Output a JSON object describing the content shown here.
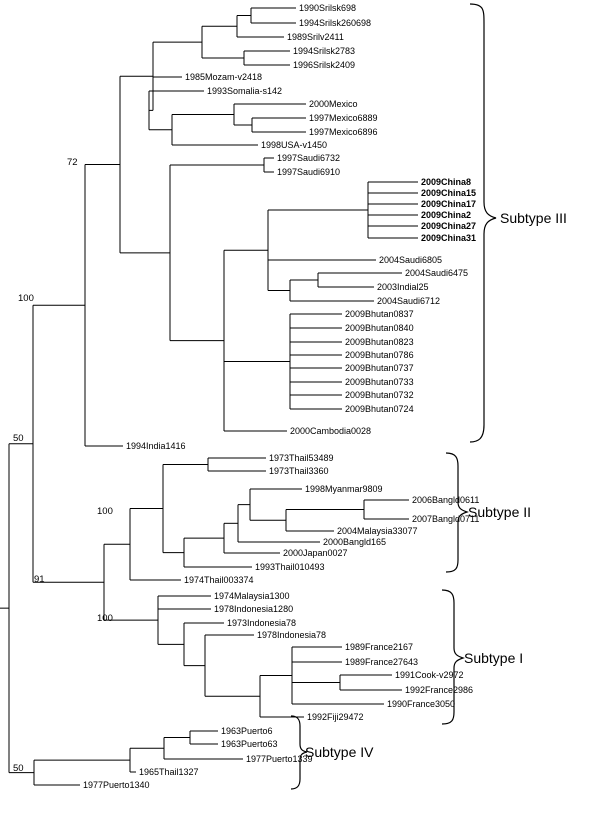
{
  "leaves": [
    {
      "label": "1990Srilsk698",
      "bold": false
    },
    {
      "label": "1994Srilsk260698",
      "bold": false
    },
    {
      "label": "1989Srilv2411",
      "bold": false
    },
    {
      "label": "1994Srilsk2783",
      "bold": false
    },
    {
      "label": "1996Srilsk2409",
      "bold": false
    },
    {
      "label": "1985Mozam-v2418",
      "bold": false
    },
    {
      "label": "1993Somalia-s142",
      "bold": false
    },
    {
      "label": "2000Mexico",
      "bold": false
    },
    {
      "label": "1997Mexico6889",
      "bold": false
    },
    {
      "label": "1997Mexico6896",
      "bold": false
    },
    {
      "label": "1998USA-v1450",
      "bold": false
    },
    {
      "label": "1997Saudi6732",
      "bold": false
    },
    {
      "label": "1997Saudi6910",
      "bold": false
    },
    {
      "label": "2009China8",
      "bold": true
    },
    {
      "label": "2009China15",
      "bold": true
    },
    {
      "label": "2009China17",
      "bold": true
    },
    {
      "label": "2009China2",
      "bold": true
    },
    {
      "label": "2009China27",
      "bold": true
    },
    {
      "label": "2009China31",
      "bold": true
    },
    {
      "label": "2004Saudi6805",
      "bold": false
    },
    {
      "label": "2004Saudi6475",
      "bold": false
    },
    {
      "label": "2003Indial25",
      "bold": false
    },
    {
      "label": "2004Saudi6712",
      "bold": false
    },
    {
      "label": "2009Bhutan0837",
      "bold": false
    },
    {
      "label": "2009Bhutan0840",
      "bold": false
    },
    {
      "label": "2009Bhutan0823",
      "bold": false
    },
    {
      "label": "2009Bhutan0786",
      "bold": false
    },
    {
      "label": "2009Bhutan0737",
      "bold": false
    },
    {
      "label": "2009Bhutan0733",
      "bold": false
    },
    {
      "label": "2009Bhutan0732",
      "bold": false
    },
    {
      "label": "2009Bhutan0724",
      "bold": false
    },
    {
      "label": "2000Cambodia0028",
      "bold": false
    },
    {
      "label": "1994India1416",
      "bold": false
    },
    {
      "label": "1973Thail53489",
      "bold": false
    },
    {
      "label": "1973Thail3360",
      "bold": false
    },
    {
      "label": "1998Myanmar9809",
      "bold": false
    },
    {
      "label": "2006Bangld0611",
      "bold": false
    },
    {
      "label": "2007Bangld0711",
      "bold": false
    },
    {
      "label": "2004Malaysia33077",
      "bold": false
    },
    {
      "label": "2000Bangld165",
      "bold": false
    },
    {
      "label": "2000Japan0027",
      "bold": false
    },
    {
      "label": "1993Thail010493",
      "bold": false
    },
    {
      "label": "1974Thail003374",
      "bold": false
    },
    {
      "label": "1974Malaysia1300",
      "bold": false
    },
    {
      "label": "1978Indonesia1280",
      "bold": false
    },
    {
      "label": "1973Indonesia78",
      "bold": false
    },
    {
      "label": "1978Indonesia78",
      "bold": false
    },
    {
      "label": "1989France2167",
      "bold": false
    },
    {
      "label": "1989France27643",
      "bold": false
    },
    {
      "label": "1991Cook-v2972",
      "bold": false
    },
    {
      "label": "1992France2986",
      "bold": false
    },
    {
      "label": "1990France3050",
      "bold": false
    },
    {
      "label": "1992Fiji29472",
      "bold": false
    },
    {
      "label": "1963Puerto6",
      "bold": false
    },
    {
      "label": "1963Puerto63",
      "bold": false
    },
    {
      "label": "1977Puerto1339",
      "bold": false
    },
    {
      "label": "1965Thail1327",
      "bold": false
    },
    {
      "label": "1977Puerto1340",
      "bold": false
    }
  ],
  "bootstrap": [
    "72",
    "100",
    "50",
    "100",
    "91",
    "100",
    "50"
  ],
  "subtypes": [
    "Subtype III",
    "Subtype II",
    "Subtype I",
    "Subtype IV"
  ]
}
